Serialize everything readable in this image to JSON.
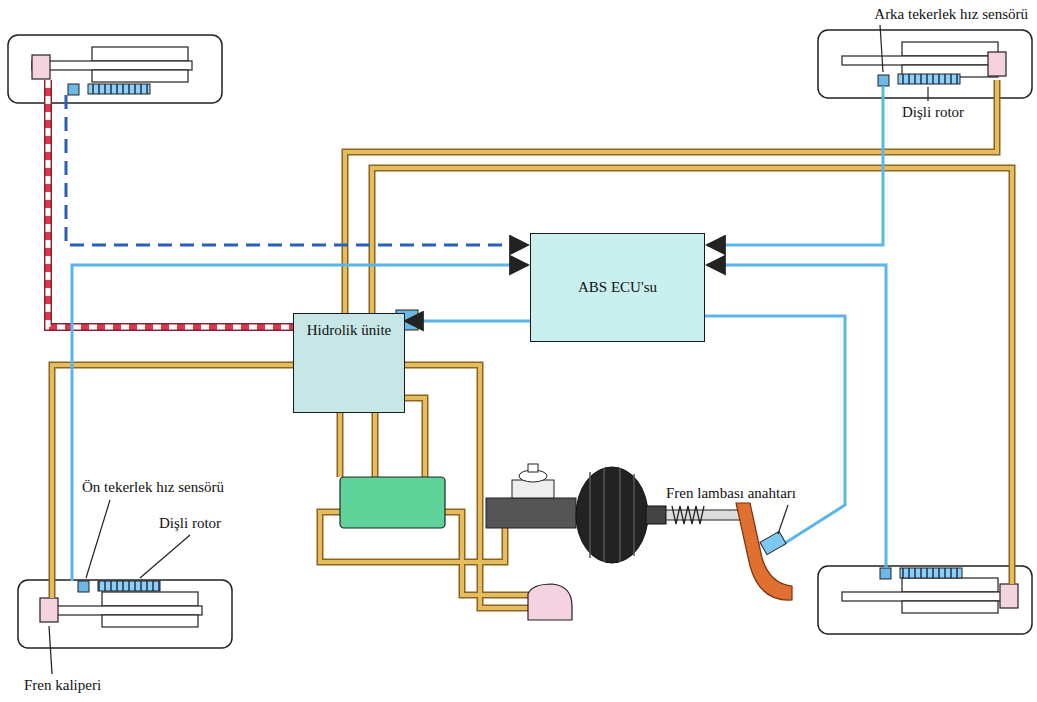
{
  "diagram": {
    "nodes": [
      {
        "text": [
          "ABS ECU'su"
        ]
      },
      {
        "text": [
          "Hidrolik ünite"
        ]
      }
    ],
    "edges": [
      {
        "from": 0,
        "to": 1,
        "arrow": "to"
      }
    ],
    "labels": [
      "Arka tekerlek hız sensörü",
      "Dişli rotor",
      "Ön tekerlek hız sensörü",
      "Dişli rotor",
      "Fren lambası anahtarı",
      "Fren kaliperi"
    ]
  }
}
